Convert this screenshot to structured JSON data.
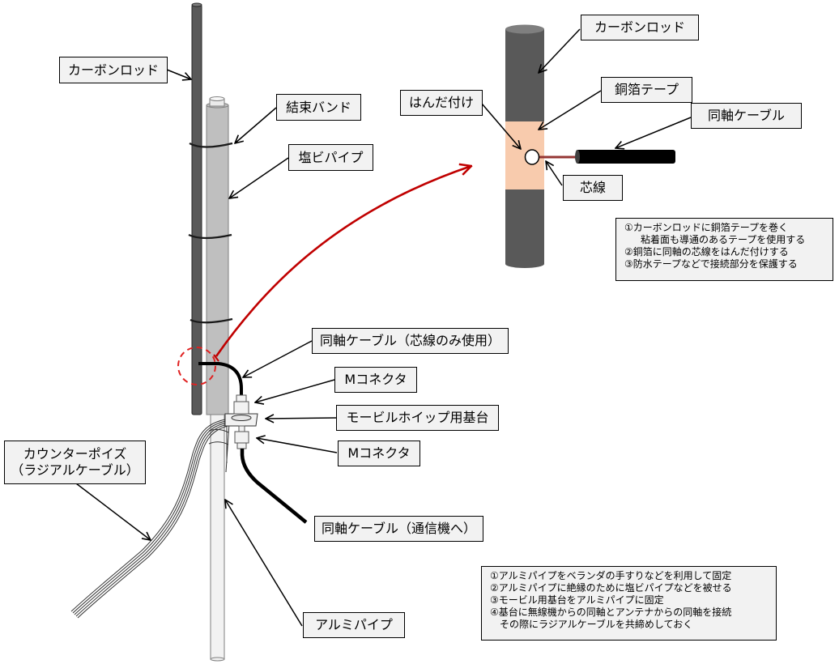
{
  "labels": {
    "carbon_rod_left": "カーボンロッド",
    "cable_tie": "結束バンド",
    "pvc_pipe": "塩ビパイプ",
    "carbon_rod_right": "カーボンロッド",
    "copper_tape": "銅箔テープ",
    "solder": "はんだ付け",
    "coax_right": "同軸ケーブル",
    "core_wire": "芯線",
    "coax_core_only": "同軸ケーブル（芯線のみ使用）",
    "m_connector_top": "Mコネクタ",
    "mobile_whip_base": "モービルホイップ用基台",
    "m_connector_bottom": "Mコネクタ",
    "counterpoise_line1": "カウンターポイズ",
    "counterpoise_line2": "（ラジアルケーブル）",
    "coax_to_radio": "同軸ケーブル（通信機へ）",
    "aluminum_pipe": "アルミパイプ"
  },
  "notes_top": [
    "①カーボンロッドに銅箔テープを巻く",
    "粘着面も導通のあるテープを使用する",
    "②銅箔に同軸の芯線をはんだ付けする",
    "③防水テープなどで接続部分を保護する"
  ],
  "notes_bottom": [
    "①アルミパイプをベランダの手すりなどを利用して固定",
    "②アルミパイプに絶縁のために塩ビパイプなどを被せる",
    "③モービル用基台をアルミパイプに固定",
    "④基台に無線機からの同軸とアンテナからの同軸を接続",
    "その際にラジアルケーブルを共締めしておく"
  ],
  "colors": {
    "carbon_rod": "#595959",
    "pvc_pipe": "#bfbfbf",
    "aluminum_pipe": "#f2f2f2",
    "copper_tape": "#f8cbad",
    "highlight_red": "#c00000",
    "label_bg": "#f2f2f2"
  }
}
